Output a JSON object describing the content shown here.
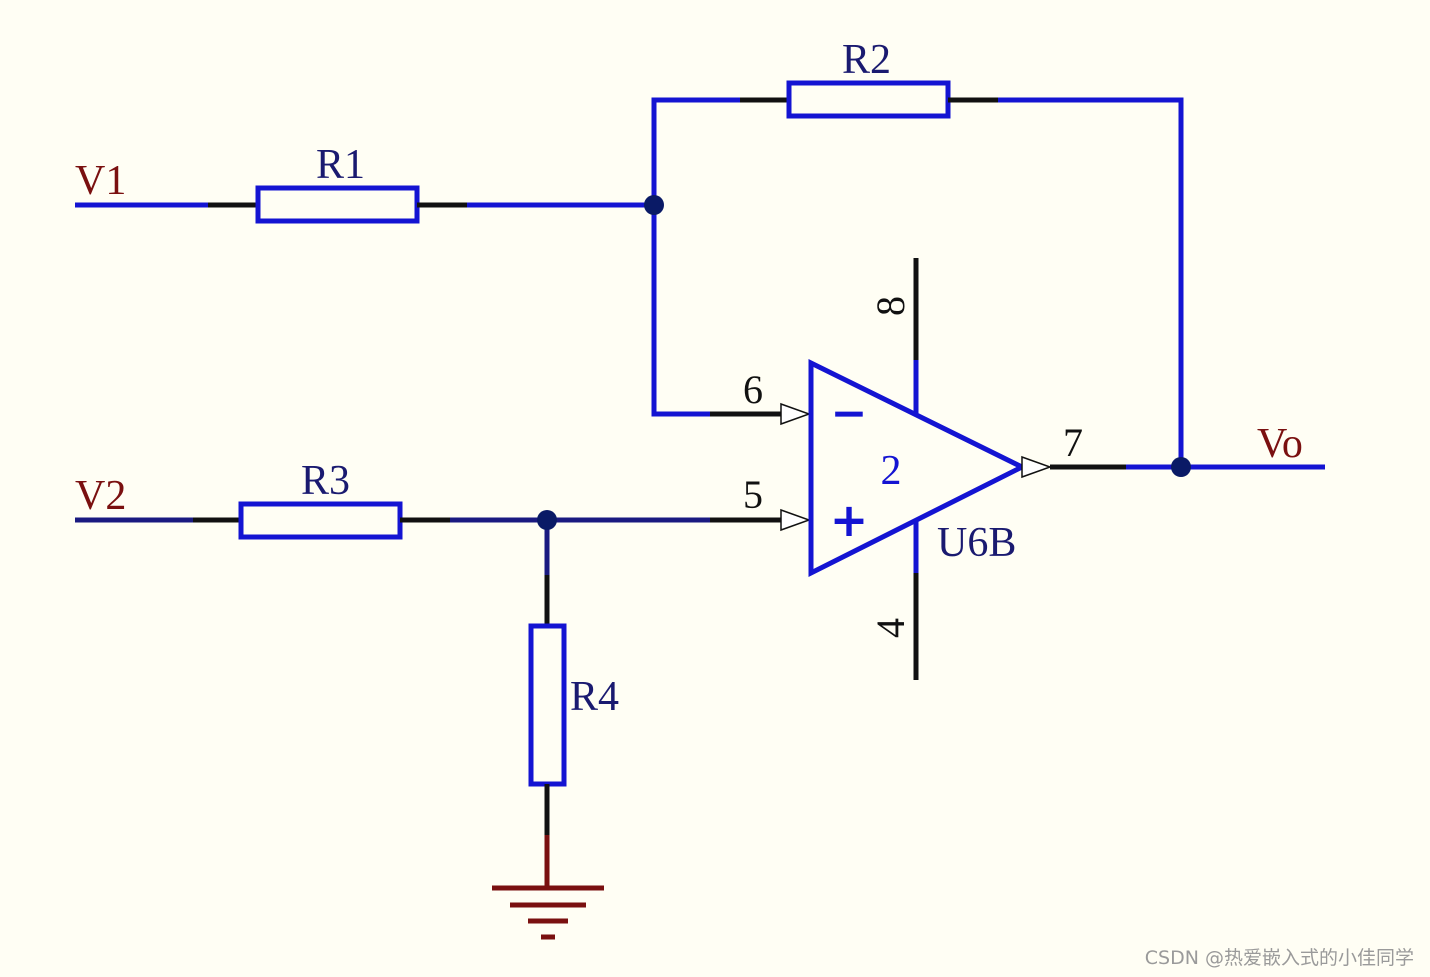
{
  "colors": {
    "background": "#fffef4",
    "wire": "#1414d2",
    "pin": "#111111",
    "port_label": "#7a1010",
    "ground": "#7a1010",
    "junction": "#0a1a66",
    "designator": "#1a1a70",
    "opamp_part": "#1414d2",
    "watermark": "#9a9a9a"
  },
  "ports": {
    "v1": "V1",
    "v2": "V2",
    "vo": "Vo"
  },
  "resistors": {
    "r1": "R1",
    "r2": "R2",
    "r3": "R3",
    "r4": "R4"
  },
  "opamp": {
    "designator": "U6B",
    "part": "2",
    "inverting_sign": "−",
    "noninverting_sign": "+",
    "pins": {
      "inverting": "6",
      "noninverting": "5",
      "output": "7",
      "supply_pos": "8",
      "supply_neg": "4"
    }
  },
  "watermark": "CSDN @热爱嵌入式的小佳同学"
}
